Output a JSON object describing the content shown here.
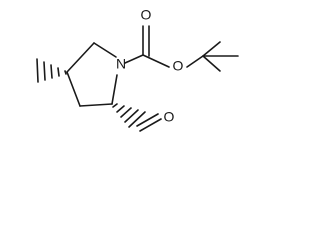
{
  "molecule": {
    "atoms": {
      "ring_nitrogen": "N",
      "carbonyl_oxygen": "O",
      "ester_oxygen": "O",
      "aldehyde_oxygen": "O"
    }
  },
  "colors": {
    "bond": "#1a1a1a",
    "background": "#ffffff"
  }
}
